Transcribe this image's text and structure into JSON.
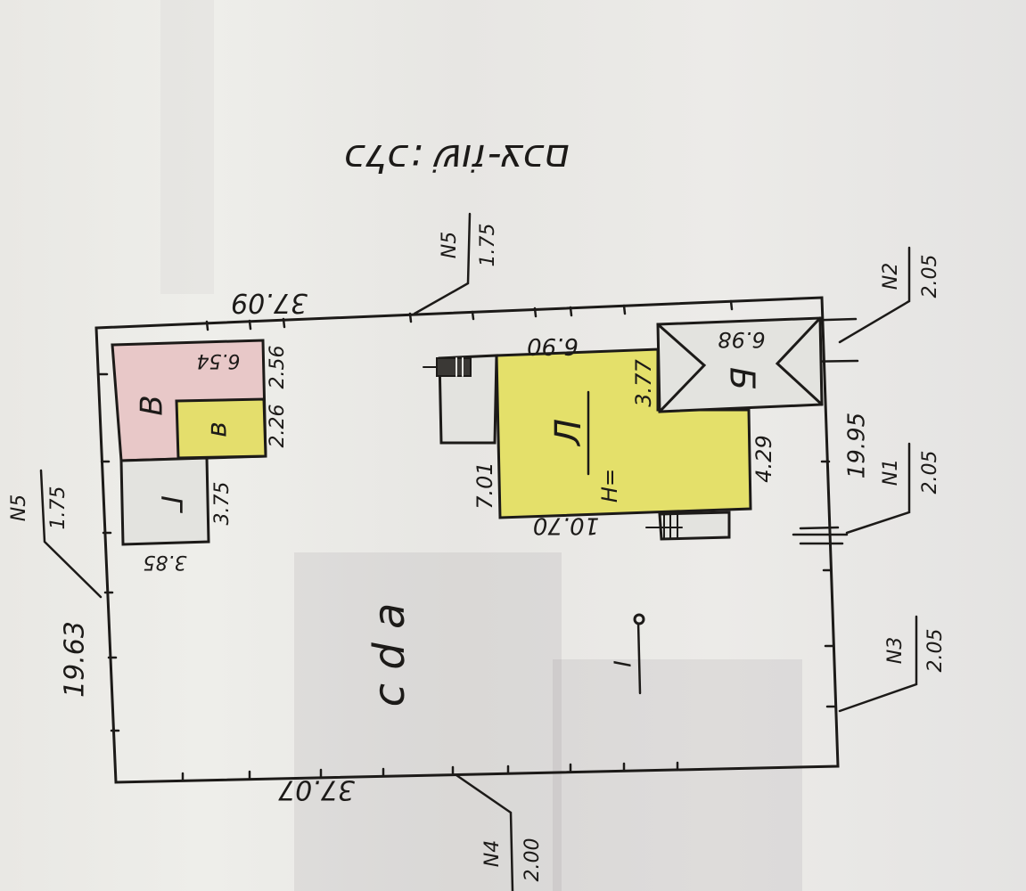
{
  "drawing": {
    "street_label": "כלכ: שׁוֹז-צכם",
    "colors": {
      "ink": "#1c1a18",
      "paper": "#ecebe7",
      "main_house_fill": "#e4e06a",
      "pink_shed_fill": "#e8c8c8",
      "small_yellow_fill": "#e4de6c",
      "gray_building_fill": "#e3e3df"
    },
    "lot": {
      "label": "c d a",
      "top_length": "37.09",
      "bottom_length": "37.07",
      "left_length": "19.63",
      "right_length": "19.95"
    },
    "buildings": [
      {
        "id": "A",
        "letter": "Л",
        "height_label": "H=",
        "dims": [
          "6.90",
          "10.70",
          "7.01",
          "4.29",
          "3.77"
        ]
      },
      {
        "id": "B",
        "letter": "Б",
        "dims": [
          "6.98"
        ]
      },
      {
        "id": "V",
        "letter": "В",
        "dims": [
          "6.54",
          "2.56"
        ]
      },
      {
        "id": "v",
        "letter": "в",
        "dims": [
          "2.26"
        ]
      },
      {
        "id": "G",
        "letter": "Г",
        "dims": [
          "3.75",
          "3.85"
        ]
      }
    ],
    "well_marker": "I",
    "neighbor_markers": [
      {
        "number": "N5",
        "value": "1.75",
        "position": "top"
      },
      {
        "number": "N2",
        "value": "2.05",
        "position": "right-upper"
      },
      {
        "number": "N1",
        "value": "2.05",
        "position": "right-middle"
      },
      {
        "number": "N3",
        "value": "2.05",
        "position": "right-lower"
      },
      {
        "number": "N4",
        "value": "2.00",
        "position": "bottom"
      },
      {
        "number": "N5",
        "value": "1.75",
        "position": "left"
      }
    ]
  }
}
